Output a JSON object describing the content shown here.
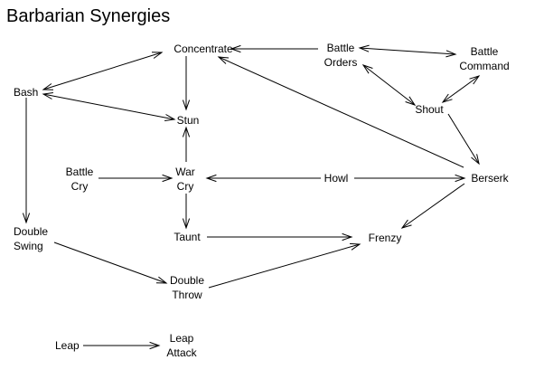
{
  "title": "Barbarian Synergies",
  "nodes": {
    "concentrate": [
      "Concentrate"
    ],
    "battle_orders": [
      "Battle",
      "Orders"
    ],
    "battle_command": [
      "Battle",
      "Command"
    ],
    "bash": [
      "Bash"
    ],
    "stun": [
      "Stun"
    ],
    "shout": [
      "Shout"
    ],
    "battle_cry": [
      "Battle",
      "Cry"
    ],
    "war_cry": [
      "War",
      "Cry"
    ],
    "howl": [
      "Howl"
    ],
    "berserk": [
      "Berserk"
    ],
    "double_swing": [
      "Double",
      "Swing"
    ],
    "taunt": [
      "Taunt"
    ],
    "frenzy": [
      "Frenzy"
    ],
    "double_throw": [
      "Double",
      "Throw"
    ],
    "leap": [
      "Leap"
    ],
    "leap_attack": [
      "Leap",
      "Attack"
    ]
  },
  "edges": [
    {
      "from": "battle_orders",
      "to": "concentrate",
      "bidirectional": false
    },
    {
      "from": "battle_orders",
      "to": "battle_command",
      "bidirectional": true
    },
    {
      "from": "battle_orders",
      "to": "shout",
      "bidirectional": true
    },
    {
      "from": "shout",
      "to": "battle_command",
      "bidirectional": true
    },
    {
      "from": "shout",
      "to": "berserk",
      "bidirectional": false
    },
    {
      "from": "berserk",
      "to": "concentrate",
      "bidirectional": false
    },
    {
      "from": "bash",
      "to": "concentrate",
      "bidirectional": true
    },
    {
      "from": "bash",
      "to": "stun",
      "bidirectional": true
    },
    {
      "from": "concentrate",
      "to": "stun",
      "bidirectional": false
    },
    {
      "from": "war_cry",
      "to": "stun",
      "bidirectional": false
    },
    {
      "from": "bash",
      "to": "double_swing",
      "bidirectional": false
    },
    {
      "from": "battle_cry",
      "to": "war_cry",
      "bidirectional": false
    },
    {
      "from": "howl",
      "to": "war_cry",
      "bidirectional": false
    },
    {
      "from": "howl",
      "to": "berserk",
      "bidirectional": false
    },
    {
      "from": "war_cry",
      "to": "taunt",
      "bidirectional": false
    },
    {
      "from": "taunt",
      "to": "frenzy",
      "bidirectional": false
    },
    {
      "from": "berserk",
      "to": "frenzy",
      "bidirectional": false
    },
    {
      "from": "double_swing",
      "to": "double_throw",
      "bidirectional": false
    },
    {
      "from": "double_throw",
      "to": "frenzy",
      "bidirectional": false
    },
    {
      "from": "leap",
      "to": "leap_attack",
      "bidirectional": false
    }
  ]
}
